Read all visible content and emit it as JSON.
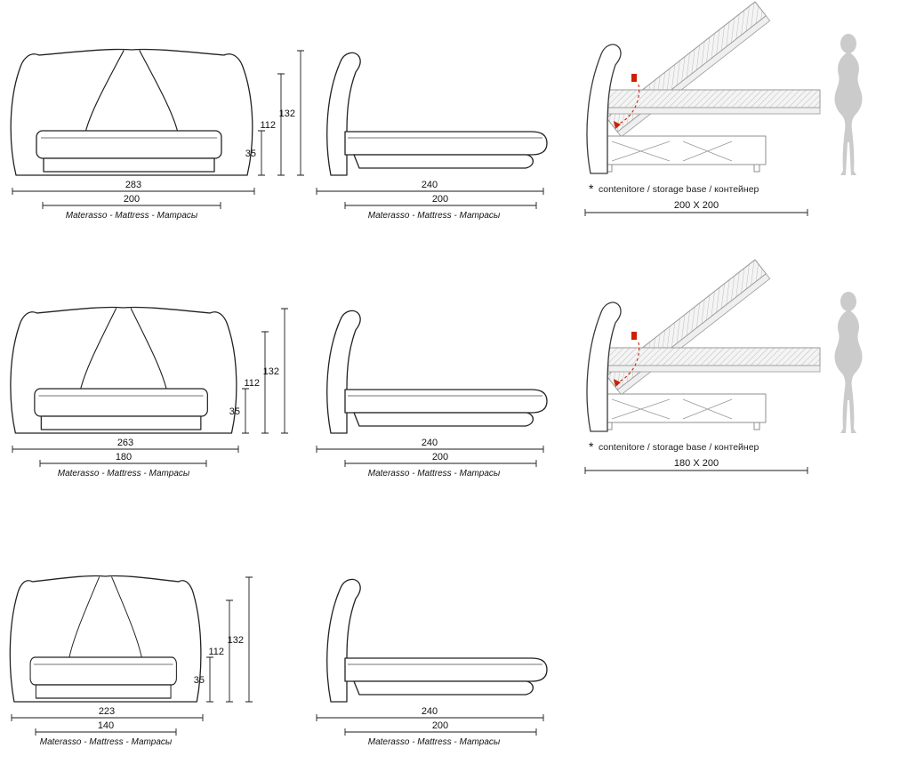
{
  "rows": [
    {
      "front": {
        "outer_width": "283",
        "mattress_width": "200",
        "h_total": "132",
        "h_headboard": "112",
        "h_base": "35",
        "mattress_label": "Materasso - Mattress - Матрасы"
      },
      "side": {
        "outer_depth": "240",
        "mattress_depth": "200",
        "mattress_label": "Materasso - Mattress - Матрасы"
      },
      "storage": {
        "asterisk": "*",
        "label": "contenitore / storage base / контейнер",
        "size": "200 X 200"
      }
    },
    {
      "front": {
        "outer_width": "263",
        "mattress_width": "180",
        "h_total": "132",
        "h_headboard": "112",
        "h_base": "35",
        "mattress_label": "Materasso - Mattress - Матрасы"
      },
      "side": {
        "outer_depth": "240",
        "mattress_depth": "200",
        "mattress_label": "Materasso - Mattress - Матрасы"
      },
      "storage": {
        "asterisk": "*",
        "label": "contenitore / storage base / контейнер",
        "size": "180 X 200"
      }
    },
    {
      "front": {
        "outer_width": "223",
        "mattress_width": "140",
        "h_total": "132",
        "h_headboard": "112",
        "h_base": "35",
        "mattress_label": "Materasso - Mattress - Матрасы"
      },
      "side": {
        "outer_depth": "240",
        "mattress_depth": "200",
        "mattress_label": "Materasso - Mattress - Матрасы"
      }
    }
  ]
}
